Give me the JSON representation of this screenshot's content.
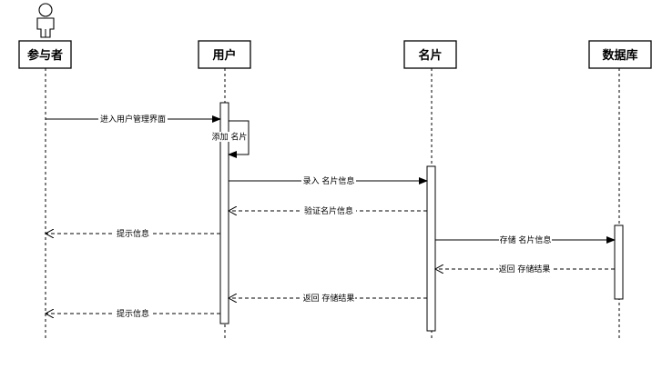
{
  "participants": [
    {
      "id": "actor",
      "label": "参与者",
      "kind": "actor"
    },
    {
      "id": "user",
      "label": "用户",
      "kind": "object"
    },
    {
      "id": "card",
      "label": "名片",
      "kind": "object"
    },
    {
      "id": "db",
      "label": "数据库",
      "kind": "object"
    }
  ],
  "messages": [
    {
      "id": "m1",
      "label": "进入用户管理界面",
      "from": "actor",
      "to": "user",
      "style": "solid"
    },
    {
      "id": "m2",
      "label": "添加 名片",
      "from": "user",
      "to": "user",
      "style": "self"
    },
    {
      "id": "m3",
      "label": "录入 名片信息",
      "from": "user",
      "to": "card",
      "style": "solid"
    },
    {
      "id": "m4",
      "label": "验证名片信息",
      "from": "card",
      "to": "user",
      "style": "dashed"
    },
    {
      "id": "m5",
      "label": "提示信息",
      "from": "user",
      "to": "actor",
      "style": "dashed"
    },
    {
      "id": "m6",
      "label": "存储 名片信息",
      "from": "card",
      "to": "db",
      "style": "solid"
    },
    {
      "id": "m7",
      "label": "返回 存储结果",
      "from": "db",
      "to": "card",
      "style": "dashed"
    },
    {
      "id": "m8",
      "label": "返回 存储结果",
      "from": "card",
      "to": "user",
      "style": "dashed"
    },
    {
      "id": "m9",
      "label": "提示信息",
      "from": "user",
      "to": "actor",
      "style": "dashed"
    }
  ]
}
